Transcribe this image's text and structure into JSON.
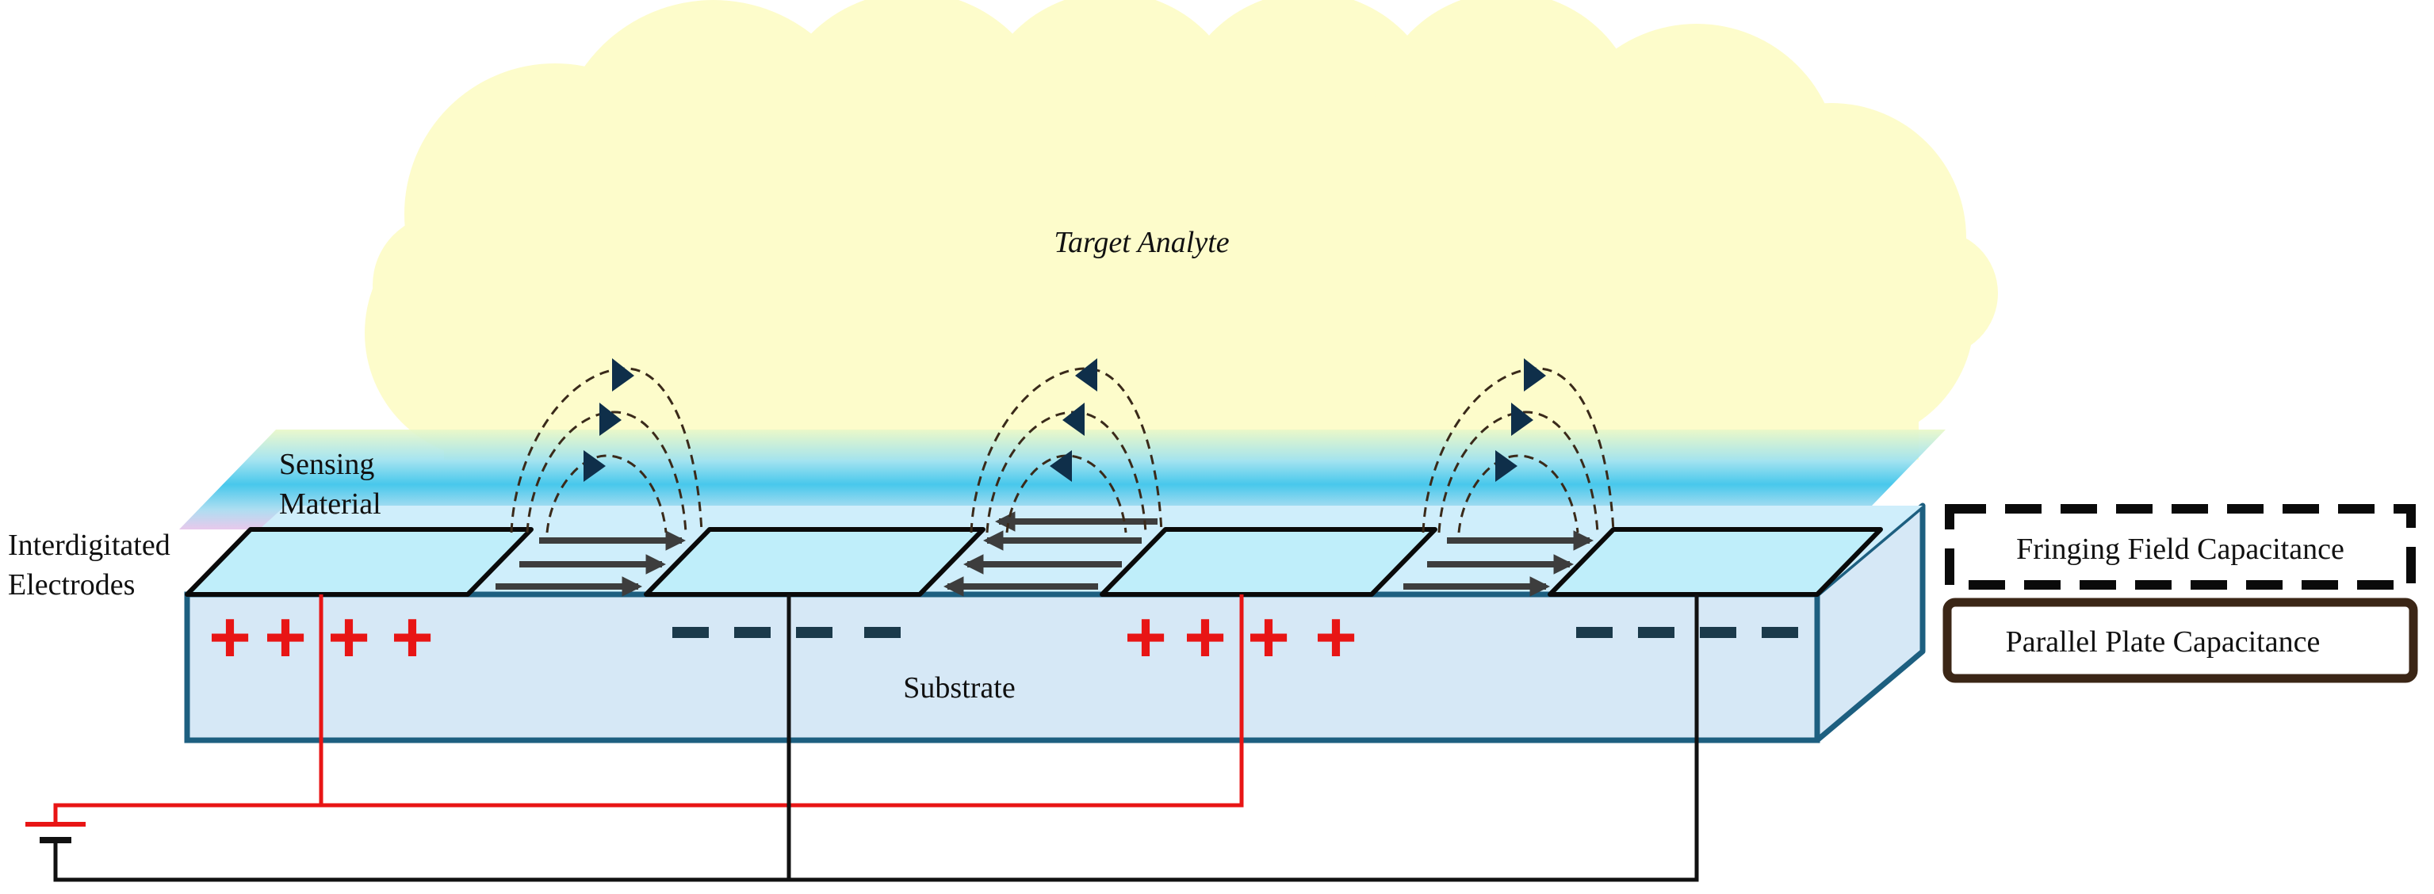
{
  "labels": {
    "target_analyte": "Target Analyte",
    "sensing_material_line1": "Sensing",
    "sensing_material_line2": "Material",
    "electrodes_line1": "Interdigitated",
    "electrodes_line2": "Electrodes",
    "substrate": "Substrate"
  },
  "legend": {
    "fringing": "Fringing Field Capacitance",
    "parallel": "Parallel Plate Capacitance"
  },
  "charges": {
    "positive_symbol": "+",
    "negative_symbol": "−"
  },
  "colors": {
    "cloud": "#fdfccb",
    "substrate_fill": "#d6e8f6",
    "substrate_stroke": "#1d5f80",
    "electrode_fill": "#bfeefa",
    "positive": "#e81515",
    "negative": "#1b3a4b",
    "red_wire": "#e81515",
    "black_wire": "#111111",
    "arrow": "#3d3d3d",
    "field_line": "#3a2a1a",
    "field_head": "#0f2f4a",
    "legend_parallel_border": "#3b2616"
  },
  "icons": {
    "battery": "battery-icon"
  }
}
